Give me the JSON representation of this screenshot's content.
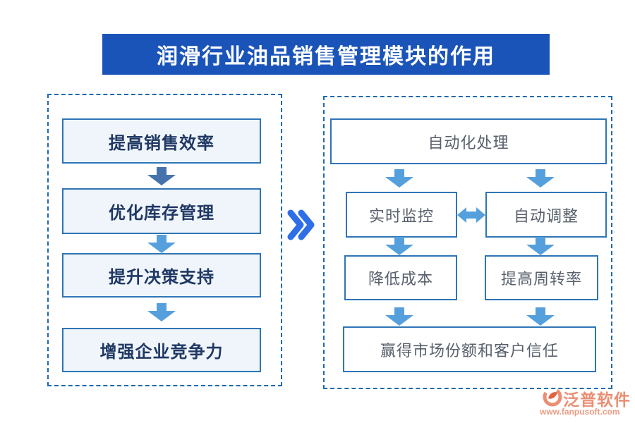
{
  "title": {
    "text": "润滑行业油品销售管理模块的作用"
  },
  "left_panel": {
    "steps": [
      "提高销售效率",
      "优化库存管理",
      "提升决策支持",
      "增强企业竞争力"
    ]
  },
  "connector": {
    "glyph": "》"
  },
  "right_panel": {
    "top": "自动化处理",
    "middle_row": [
      "实时监控",
      "自动调整"
    ],
    "result_row": [
      "降低成本",
      "提高周转率"
    ],
    "bottom": "赢得市场份额和客户信任"
  },
  "logo": {
    "name": "泛普软件",
    "website": "www.fanpusoft.com"
  },
  "colors": {
    "banner_bg": "#1B54B9",
    "banner_text": "#FFFFFF",
    "dash_border": "#2069AE",
    "box_border": "#2E75B6",
    "left_box_fill": "#EFF5FB",
    "right_box_fill": "#FFFFFF",
    "left_text": "#203864",
    "right_text": "#58606C",
    "arrow_blue": "#55A0DC",
    "arrow_dark": "#4574AC",
    "chevron_blue": "#2E6FE8",
    "logo_color": "#EB8E74",
    "logo_url_color": "#ED9C82",
    "logo_leaf": "#E2633F"
  }
}
